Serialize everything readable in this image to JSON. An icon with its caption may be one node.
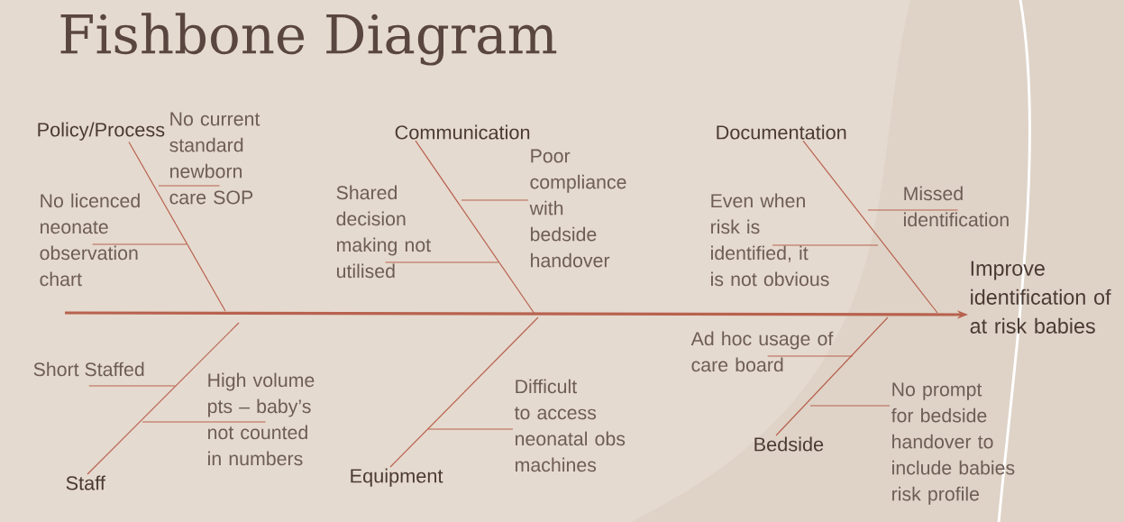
{
  "diagram": {
    "title": "Fishbone Diagram",
    "nodes": [
      {
        "text": [
          "Policy/Process"
        ]
      },
      {
        "text": [
          "No current standard newborn care SOP"
        ]
      },
      {
        "text": [
          "No licenced neonate observation chart"
        ]
      },
      {
        "text": [
          "Communication"
        ]
      },
      {
        "text": [
          "Shared decision making not utilised"
        ]
      },
      {
        "text": [
          "Poor compliance with bedside handover"
        ]
      },
      {
        "text": [
          "Documentation"
        ]
      },
      {
        "text": [
          "Even when risk is identified, it is not obvious"
        ]
      },
      {
        "text": [
          "Missed identification"
        ]
      },
      {
        "text": [
          "Improve identification of at risk babies"
        ]
      },
      {
        "text": [
          "Short Staffed"
        ]
      },
      {
        "text": [
          "High volume pts – baby’s not counted in numbers"
        ]
      },
      {
        "text": [
          "Staff"
        ]
      },
      {
        "text": [
          "Difficult to access neonatal obs machines"
        ]
      },
      {
        "text": [
          "Equipment"
        ]
      },
      {
        "text": [
          "Ad hoc usage of care board"
        ]
      },
      {
        "text": [
          "No prompt for bedside handover to include babies risk profile"
        ]
      },
      {
        "text": [
          "Bedside"
        ]
      }
    ],
    "edges": [
      {
        "from": null,
        "to": 9,
        "arrow": "to",
        "style": "thick"
      },
      {
        "from": 0,
        "to": null,
        "arrow": "none"
      },
      {
        "from": 1,
        "to": null,
        "arrow": "none"
      },
      {
        "from": 2,
        "to": null,
        "arrow": "none"
      },
      {
        "from": 3,
        "to": null,
        "arrow": "none"
      },
      {
        "from": 4,
        "to": null,
        "arrow": "none"
      },
      {
        "from": 5,
        "to": null,
        "arrow": "none"
      },
      {
        "from": 6,
        "to": null,
        "arrow": "none"
      },
      {
        "from": 7,
        "to": null,
        "arrow": "none"
      },
      {
        "from": 8,
        "to": null,
        "arrow": "none"
      },
      {
        "from": 10,
        "to": null,
        "arrow": "none"
      },
      {
        "from": 11,
        "to": null,
        "arrow": "none"
      },
      {
        "from": 12,
        "to": null,
        "arrow": "none"
      },
      {
        "from": 13,
        "to": null,
        "arrow": "none"
      },
      {
        "from": 14,
        "to": null,
        "arrow": "none"
      },
      {
        "from": 15,
        "to": null,
        "arrow": "none"
      },
      {
        "from": 16,
        "to": null,
        "arrow": "none"
      },
      {
        "from": 17,
        "to": null,
        "arrow": "none"
      }
    ]
  }
}
